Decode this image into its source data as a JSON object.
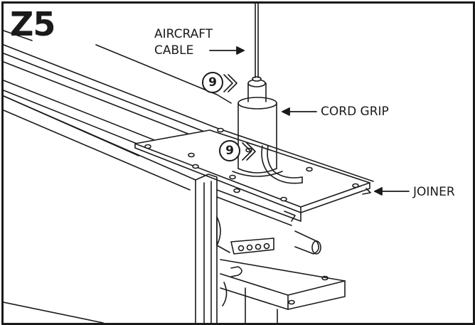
{
  "step_label": "Z5",
  "labels": {
    "aircraft_cable_line1": "AIRCRAFT",
    "aircraft_cable_line2": "CABLE",
    "cord_grip": "CORD GRIP",
    "joiner": "JOINER"
  },
  "callouts": [
    "9",
    "9"
  ],
  "colors": {
    "line": "#1a1a1a",
    "paper": "#ffffff",
    "shade": "#d9d9d9"
  }
}
